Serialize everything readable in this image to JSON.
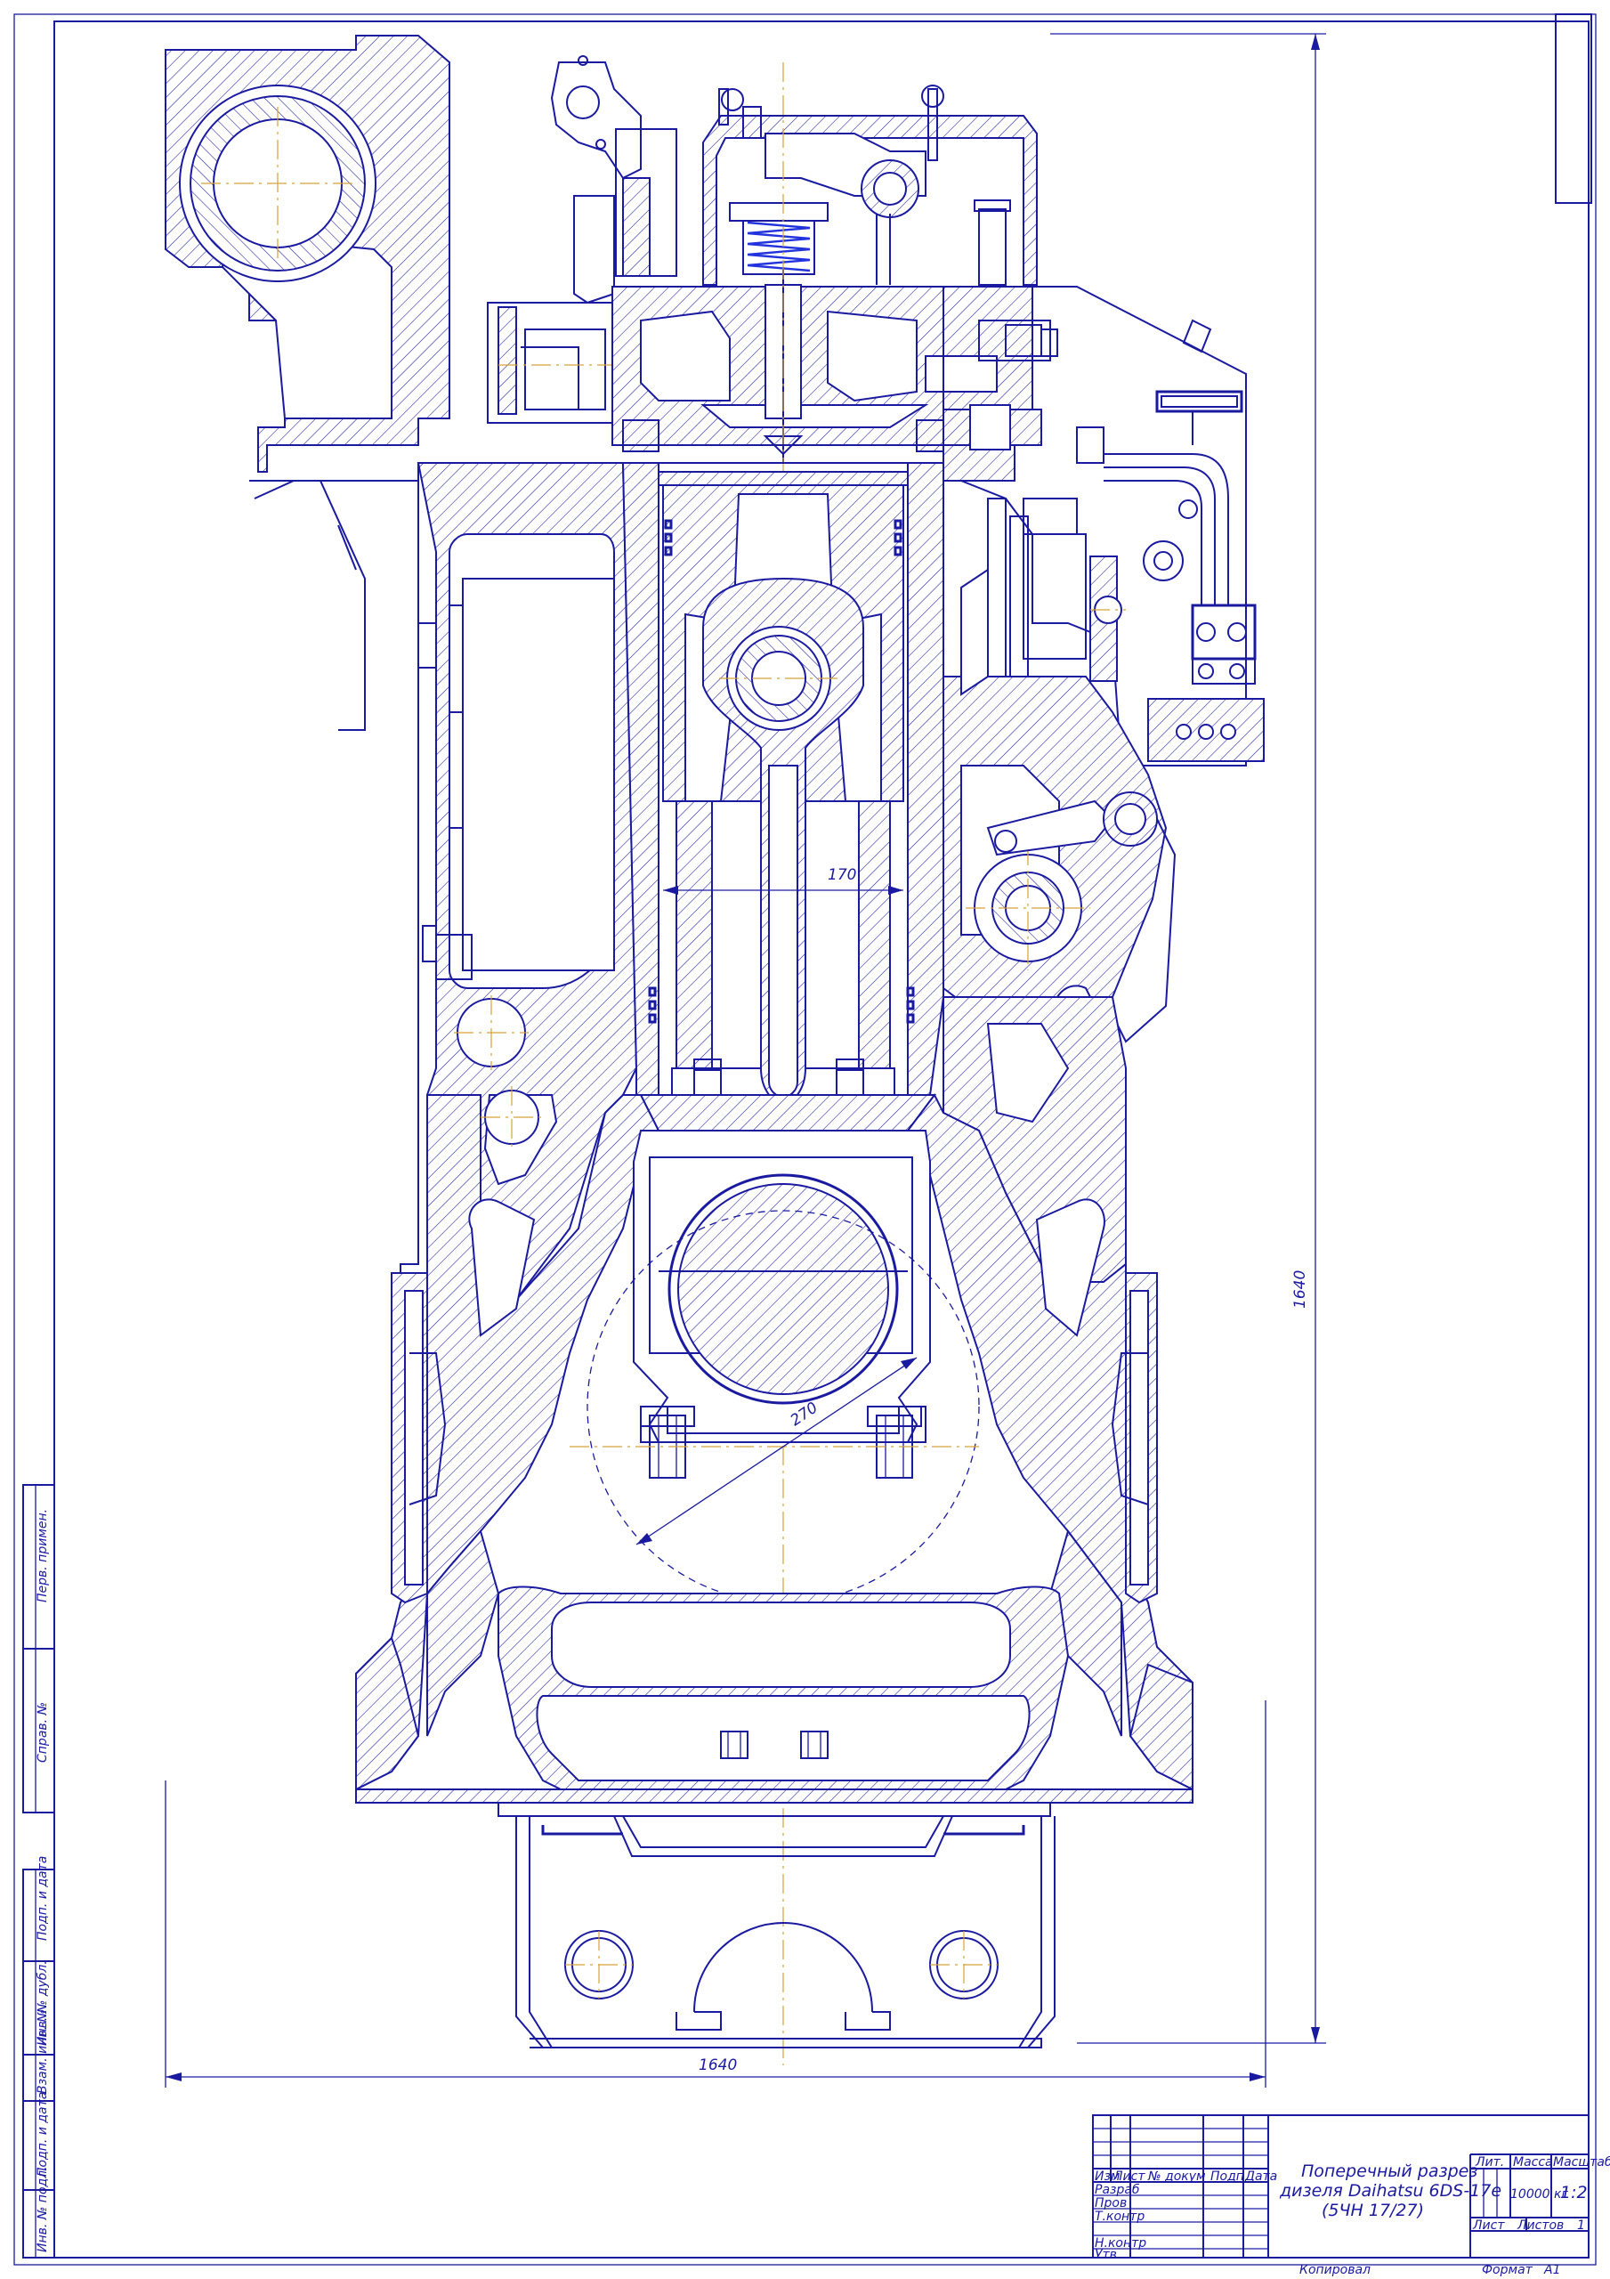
{
  "drawing": {
    "dimensions": {
      "bore": "170",
      "crank_circle": "270",
      "overall_height": "1640",
      "overall_width": "1640"
    },
    "title_block": {
      "title_line1": "Поперечный разрез",
      "title_line2": "дизеля Daihatsu 6DS-17e",
      "title_line3": "(5ЧН 17/27)",
      "col_headers": [
        "Изм",
        "Лист",
        "№ докум",
        "Подп",
        "Дата"
      ],
      "row_labels": [
        "Разраб",
        "Пров",
        "Т.контр",
        "",
        "Н.контр",
        "Утв"
      ],
      "lit_label": "Лит.",
      "mass_label": "Масса",
      "mass_value": "10000 кг",
      "scale_label": "Масштаб",
      "scale_value": "1:2",
      "sheet_label": "Лист",
      "sheets_label": "Листов",
      "sheets_value": "1",
      "copied": "Копировал",
      "format_label": "Формат",
      "format_value": "А1"
    },
    "side_stamp": {
      "labels": [
        "Перв. примен.",
        "Справ. №",
        "Подп. и дата",
        "Инв. № дубл.",
        "Взам. инв. №",
        "Подп. и дата",
        "Инв. № подл."
      ]
    }
  }
}
